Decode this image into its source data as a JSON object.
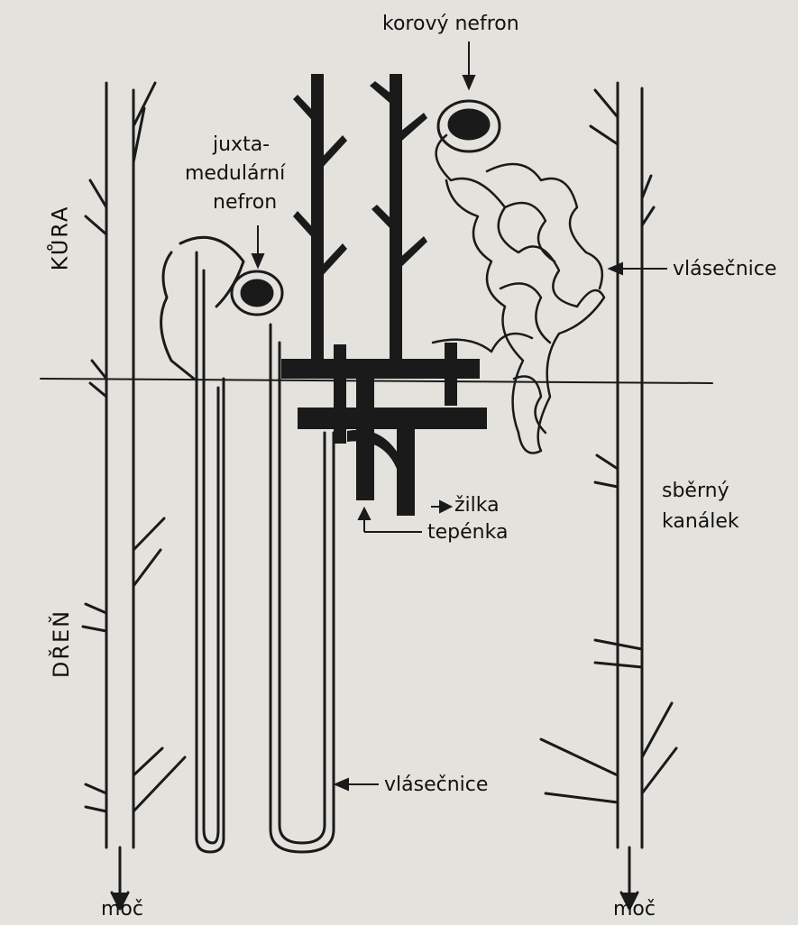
{
  "labels": {
    "kura": "KŮRA",
    "dren": "DŘEŇ",
    "korovy_nefron": "korový nefron",
    "juxta_line1": "juxta-",
    "juxta_line2": "medulární",
    "juxta_line3": "nefron",
    "vlasecnice_top": "vlásečnice",
    "vlasecnice_bottom": "vlásečnice",
    "zilka": "žilka",
    "tepenka": "tepénka",
    "sberny_line1": "sběrný",
    "sberny_line2": "kanálek",
    "moc_left": "moč",
    "moc_right": "moč"
  }
}
